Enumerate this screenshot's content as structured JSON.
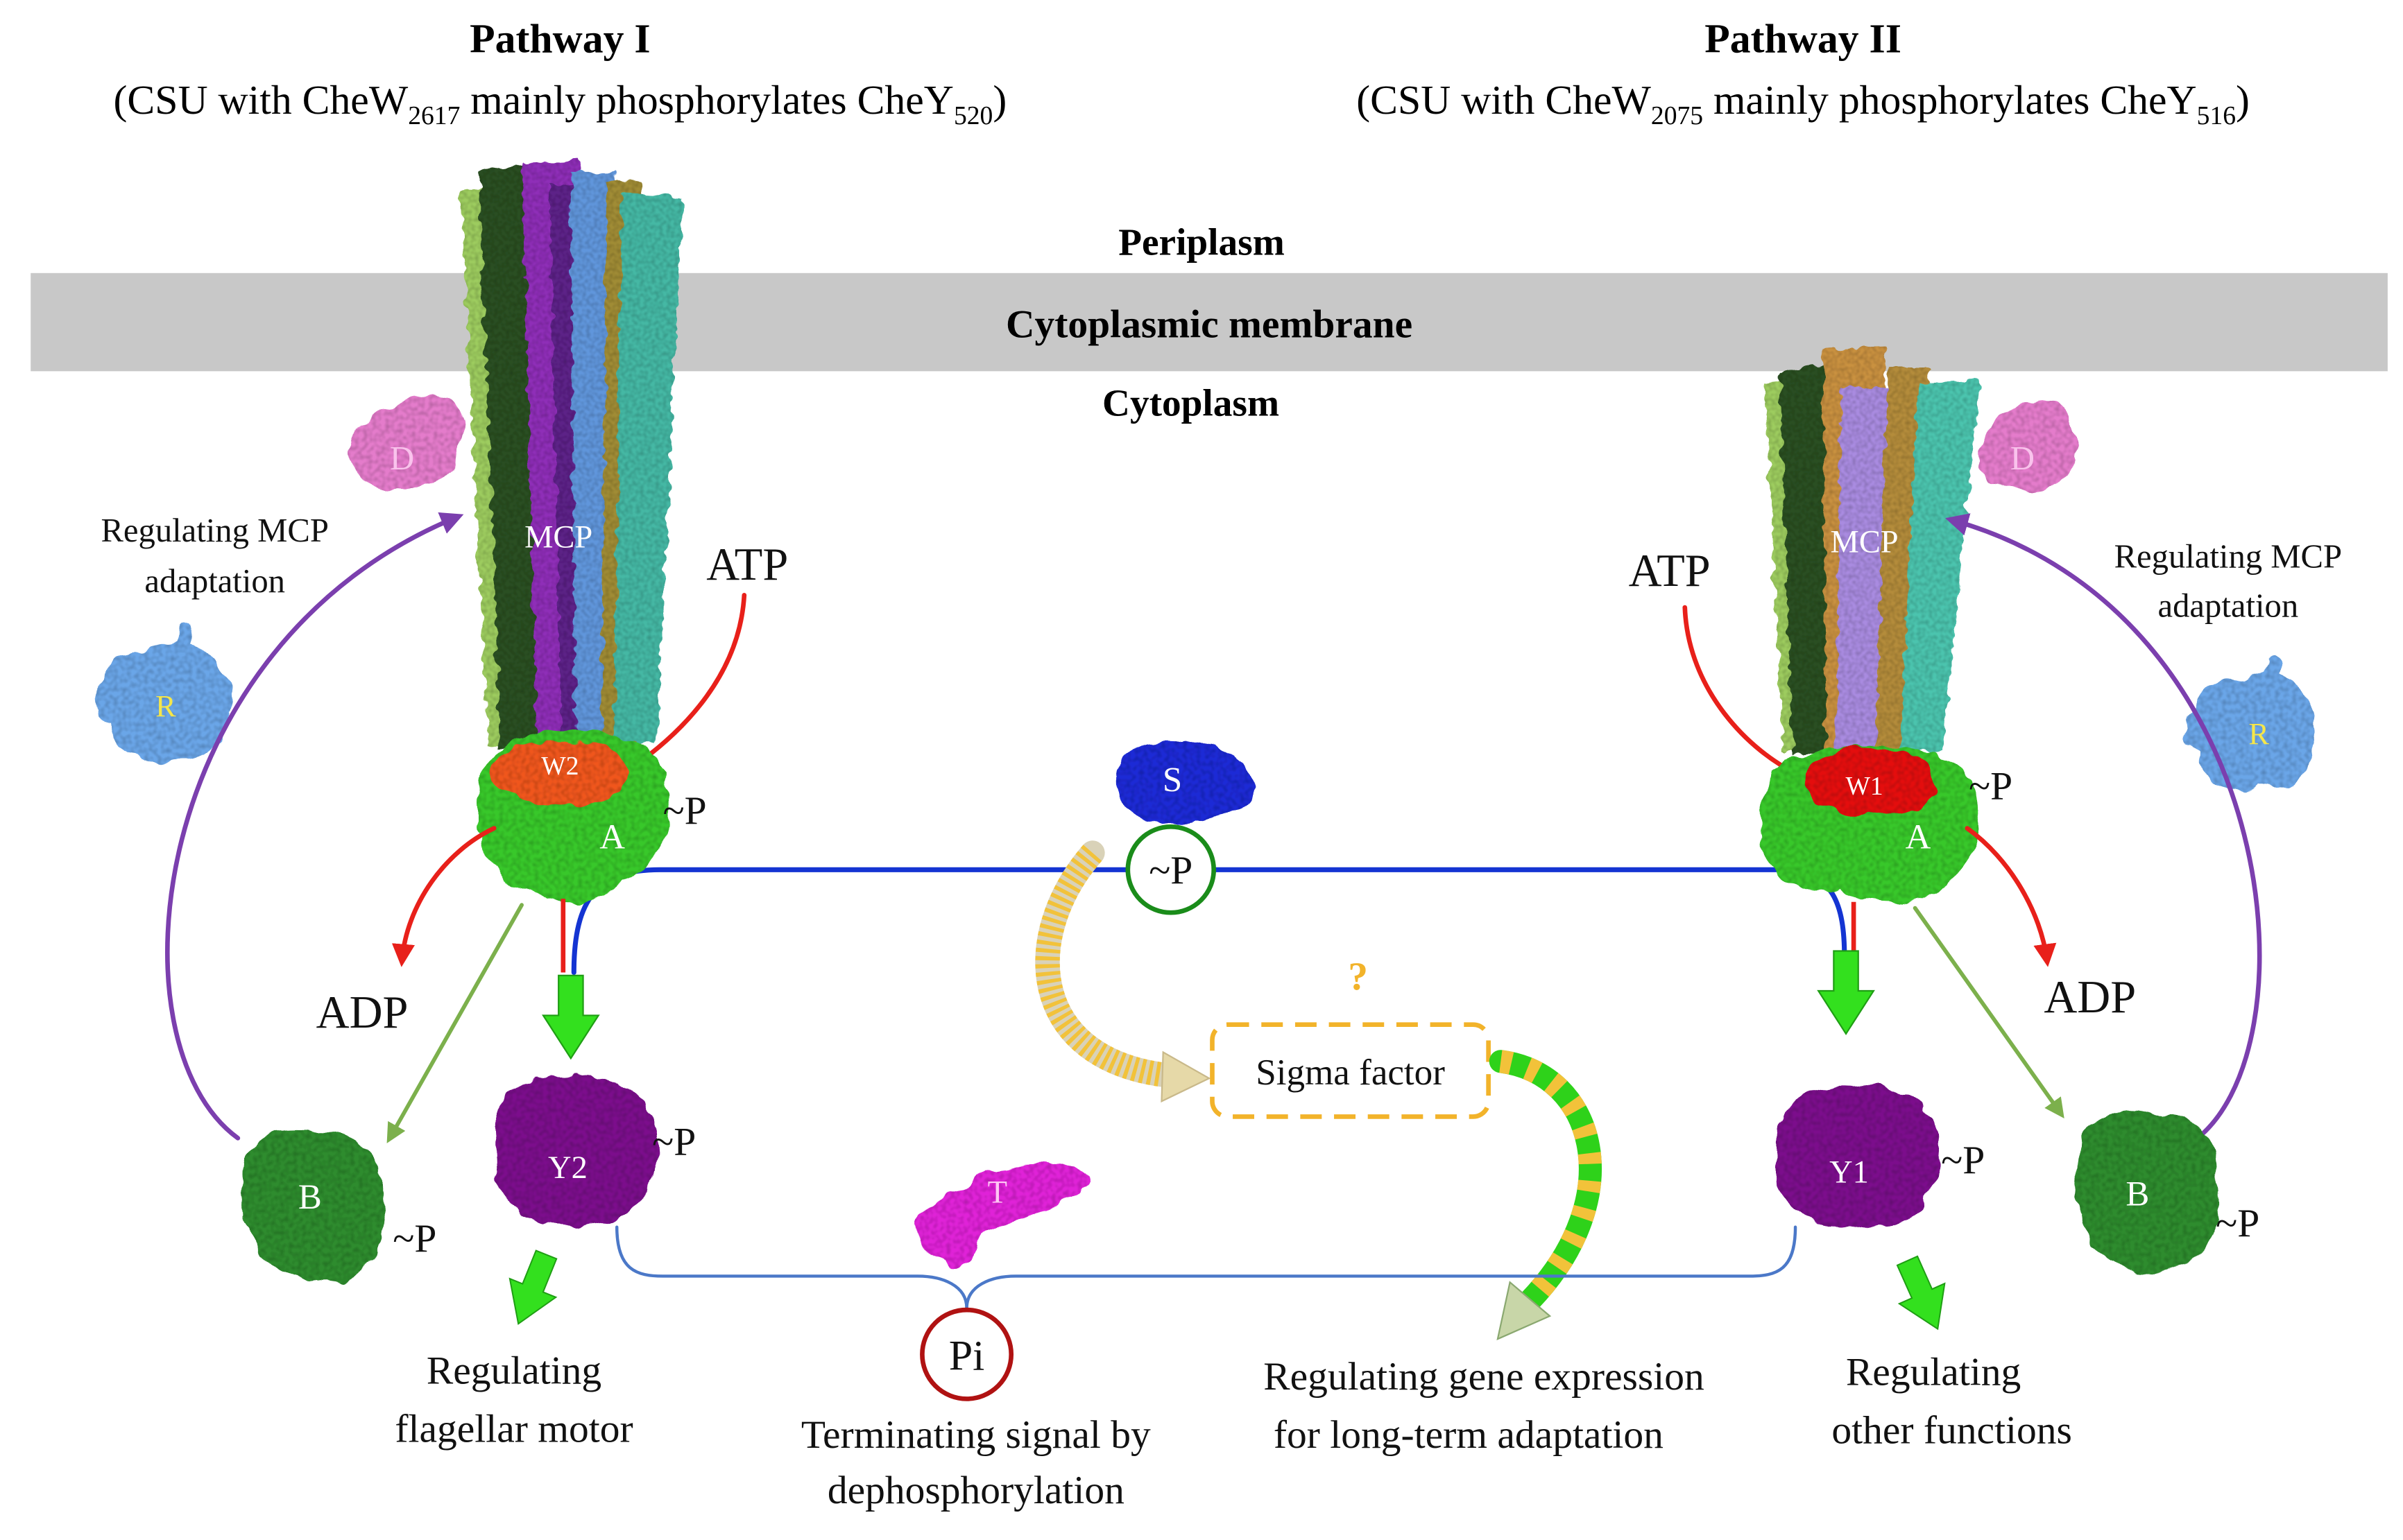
{
  "header": {
    "pathway_1": {
      "title": "Pathway I",
      "subtitle_prefix": "(CSU with CheW",
      "chew_subscript": "2617",
      "subtitle_middle": " mainly phosphorylates CheY",
      "chey_subscript": "520",
      "subtitle_suffix": ")"
    },
    "pathway_2": {
      "title": "Pathway II",
      "subtitle_prefix": "(CSU with CheW",
      "chew_subscript": "2075",
      "subtitle_middle": " mainly phosphorylates CheY",
      "chey_subscript": "516",
      "subtitle_suffix": ")"
    }
  },
  "compartments": {
    "periplasm": "Periplasm",
    "membrane": "Cytoplasmic membrane",
    "cytoplasm": "Cytoplasm"
  },
  "pathway_1": {
    "adaptation_label": [
      "Regulating MCP",
      "adaptation"
    ],
    "mcp": "MCP",
    "d": "D",
    "r": "R",
    "atp": "ATP",
    "w": "W2",
    "a": "A",
    "a_phospho": "~P",
    "adp": "ADP",
    "y": "Y2",
    "y_phospho": "~P",
    "b": "B",
    "b_phospho": "~P",
    "output_label": [
      "Regulating",
      "flagellar motor"
    ]
  },
  "pathway_2": {
    "adaptation_label": [
      "Regulating MCP",
      "adaptation"
    ],
    "mcp": "MCP",
    "d": "D",
    "r": "R",
    "atp": "ATP",
    "w": "W1",
    "a": "A",
    "a_phospho": "~P",
    "adp": "ADP",
    "y": "Y1",
    "y_phospho": "~P",
    "b": "B",
    "b_phospho": "~P",
    "output_label": [
      "Regulating",
      "other functions"
    ]
  },
  "center": {
    "s": "S",
    "s_phospho": "~P",
    "question": "?",
    "sigma": "Sigma factor",
    "gene_label": [
      "Regulating gene expression",
      "for long-term adaptation"
    ],
    "t": "T",
    "pi": "Pi",
    "pi_label": [
      "Terminating signal by",
      "dephosphorylation"
    ]
  },
  "colors": {
    "membrane": "#c8c8c8",
    "chea": "#38c82a",
    "w2": "#f0561c",
    "w1": "#e40c0c",
    "chey": "#7c0a8c",
    "cheb": "#2f8c2f",
    "ched": "#e47ccb",
    "cher": "#6aa6e8",
    "s": "#1a2ad6",
    "t": "#e020d8",
    "mcp_left": [
      "#9dcc5e",
      "#2c4f22",
      "#8f2fb8",
      "#5d2288",
      "#6096dc",
      "#a08c34",
      "#45b8a4"
    ],
    "mcp_right": [
      "#9dcc5e",
      "#2c4f22",
      "#c99140",
      "#a98be0",
      "#b48c3a",
      "#4cc4ae"
    ]
  }
}
